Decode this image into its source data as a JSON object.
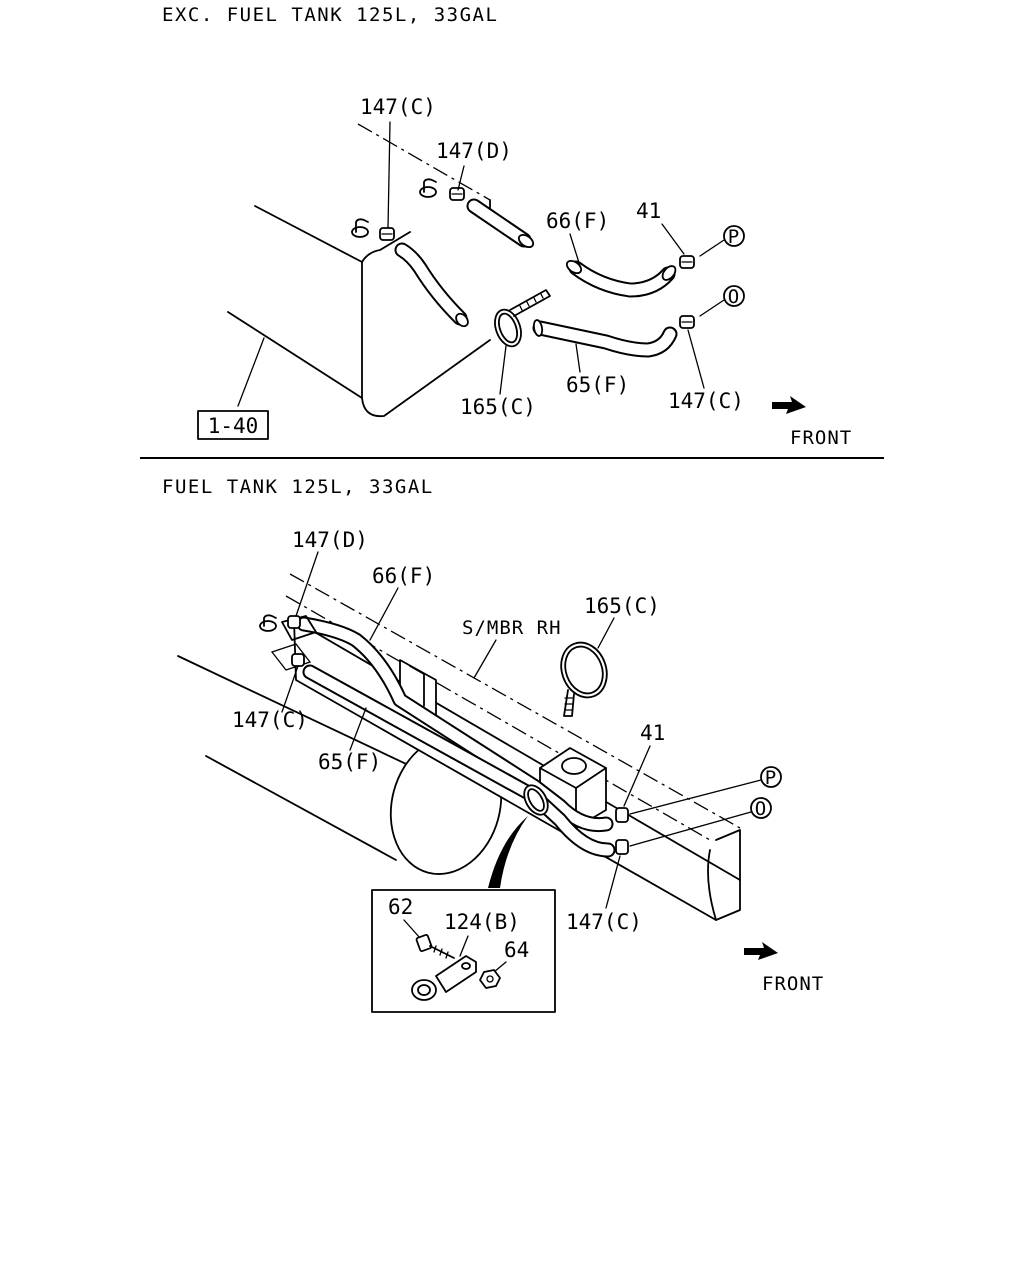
{
  "sections": [
    {
      "title": "EXC. FUEL TANK 125L, 33GAL",
      "labels": {
        "c147_top": "147(C)",
        "d147": "147(D)",
        "f66": "66(F)",
        "p41": "41",
        "conn_p": "P",
        "conn_o": "O",
        "c165": "165(C)",
        "f65": "65(F)",
        "c147_right": "147(C)",
        "ref_box": "1-40",
        "front": "FRONT"
      }
    },
    {
      "title": "FUEL TANK 125L, 33GAL",
      "labels": {
        "d147": "147(D)",
        "f66": "66(F)",
        "s_mbr": "S/MBR RH",
        "c165": "165(C)",
        "c147_left": "147(C)",
        "f65": "65(F)",
        "p41": "41",
        "conn_p": "P",
        "conn_o": "O",
        "c147_right": "147(C)",
        "front": "FRONT",
        "detail_62": "62",
        "detail_124b": "124(B)",
        "detail_64": "64"
      }
    }
  ]
}
